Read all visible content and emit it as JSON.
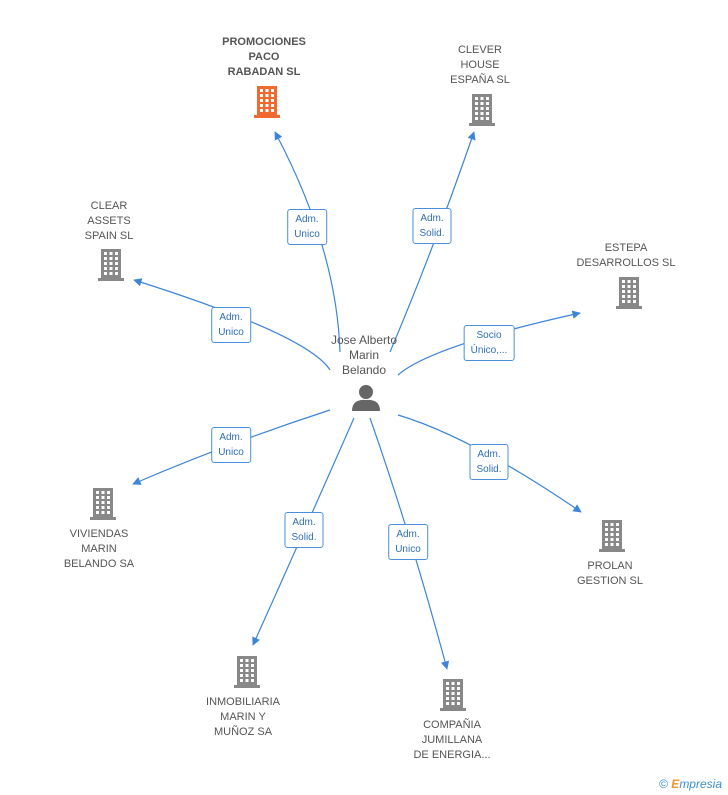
{
  "center": {
    "name": "Jose Alberto\nMarin\nBelando",
    "icon": "person-icon"
  },
  "colors": {
    "edge": "#3d85d8",
    "building": "#888888",
    "building_highlight": "#f06a30"
  },
  "nodes": [
    {
      "id": "promociones",
      "name": "PROMOCIONES\nPACO\nRABADAN SL",
      "role": "Adm.\nUnico",
      "highlight": true
    },
    {
      "id": "clever",
      "name": "CLEVER\nHOUSE\nESPAÑA SL",
      "role": "Adm.\nSolid.",
      "highlight": false
    },
    {
      "id": "clear",
      "name": "CLEAR\nASSETS\nSPAIN  SL",
      "role": "Adm.\nUnico",
      "highlight": false
    },
    {
      "id": "estepa",
      "name": "ESTEPA\nDESARROLLOS SL",
      "role": "Socio\nÚnico,...",
      "highlight": false
    },
    {
      "id": "viviendas",
      "name": "VIVIENDAS\nMARIN\nBELANDO SA",
      "role": "Adm.\nUnico",
      "highlight": false
    },
    {
      "id": "prolan",
      "name": "PROLAN\nGESTION SL",
      "role": "Adm.\nSolid.",
      "highlight": false
    },
    {
      "id": "inmobiliaria",
      "name": "INMOBILIARIA\nMARIN Y\nMUÑOZ SA",
      "role": "Adm.\nSolid.",
      "highlight": false
    },
    {
      "id": "compania",
      "name": "COMPAÑIA\nJUMILLANA\nDE ENERGIA...",
      "role": "Adm.\nUnico",
      "highlight": false
    }
  ],
  "footer": {
    "copyright": "©",
    "brand_first": "E",
    "brand_rest": "mpresia"
  }
}
